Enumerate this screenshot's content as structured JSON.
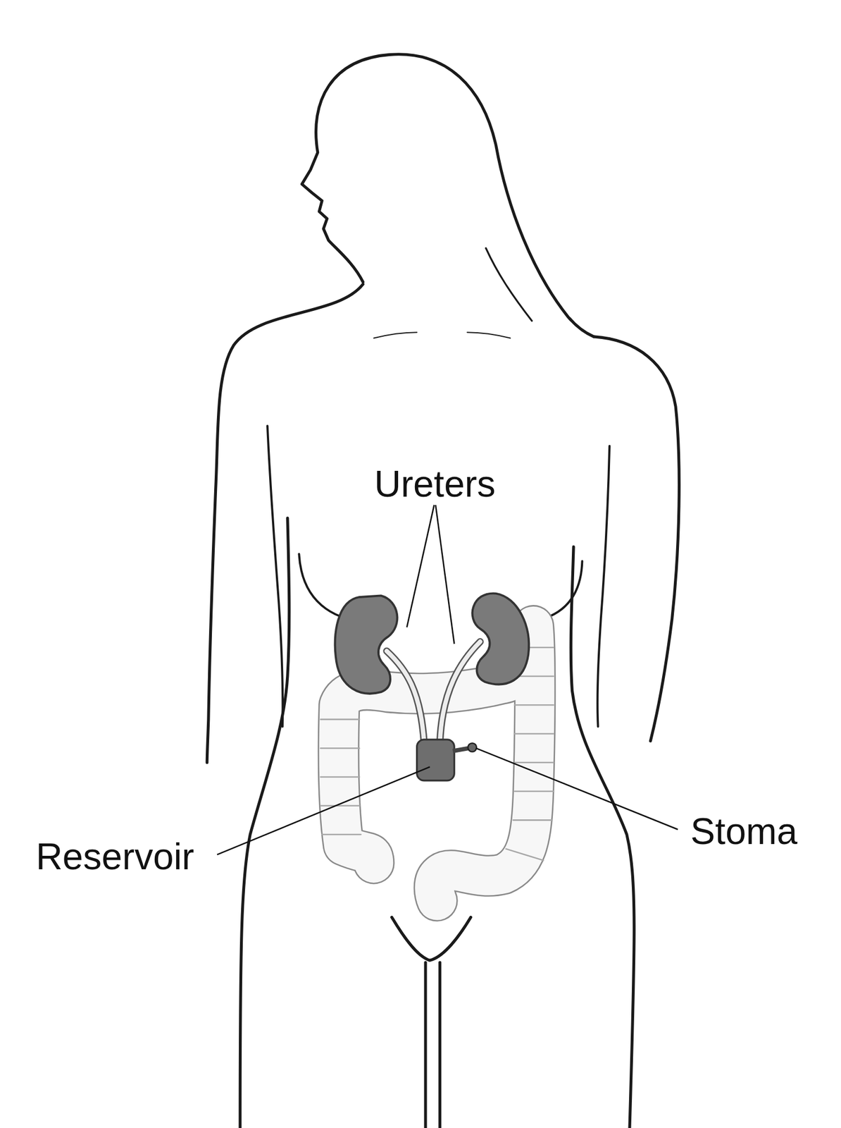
{
  "diagram": {
    "labels": [
      "Ureters",
      "Reservoir",
      "Stoma"
    ]
  }
}
